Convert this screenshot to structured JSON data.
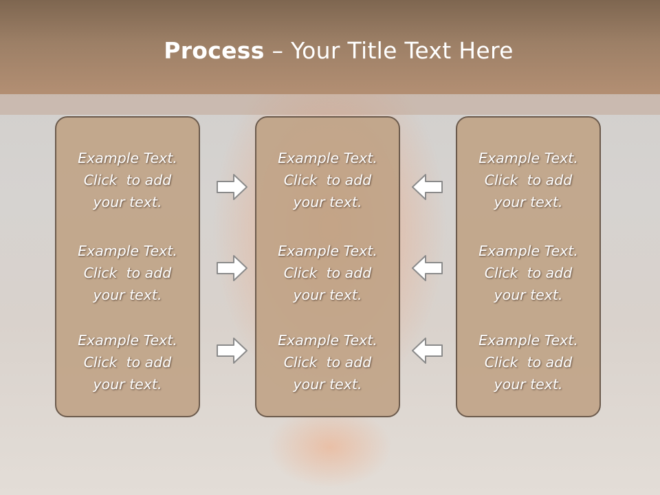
{
  "slide": {
    "title_bold": "Process",
    "title_dash": " – ",
    "title_rest": "Your Title Text Here"
  },
  "columns": [
    {
      "items": [
        {
          "line1": "Example Text.",
          "line2": "Click  to add",
          "line3": "your text."
        },
        {
          "line1": "Example Text.",
          "line2": "Click  to add",
          "line3": "your text."
        },
        {
          "line1": "Example Text.",
          "line2": "Click  to add",
          "line3": "your text."
        }
      ]
    },
    {
      "items": [
        {
          "line1": "Example Text.",
          "line2": "Click  to add",
          "line3": "your text."
        },
        {
          "line1": "Example Text.",
          "line2": "Click  to add",
          "line3": "your text."
        },
        {
          "line1": "Example Text.",
          "line2": "Click  to add",
          "line3": "your text."
        }
      ]
    },
    {
      "items": [
        {
          "line1": "Example Text.",
          "line2": "Click  to add",
          "line3": "your text."
        },
        {
          "line1": "Example Text.",
          "line2": "Click  to add",
          "line3": "your text."
        },
        {
          "line1": "Example Text.",
          "line2": "Click  to add",
          "line3": "your text."
        }
      ]
    }
  ],
  "arrows": {
    "left_column_icon": "arrow-right-icon",
    "right_column_icon": "arrow-left-icon"
  },
  "colors": {
    "header": "#9c7f66",
    "box_fill": "#c0a488",
    "box_border": "#6b5a4c",
    "text": "#ffffff"
  }
}
